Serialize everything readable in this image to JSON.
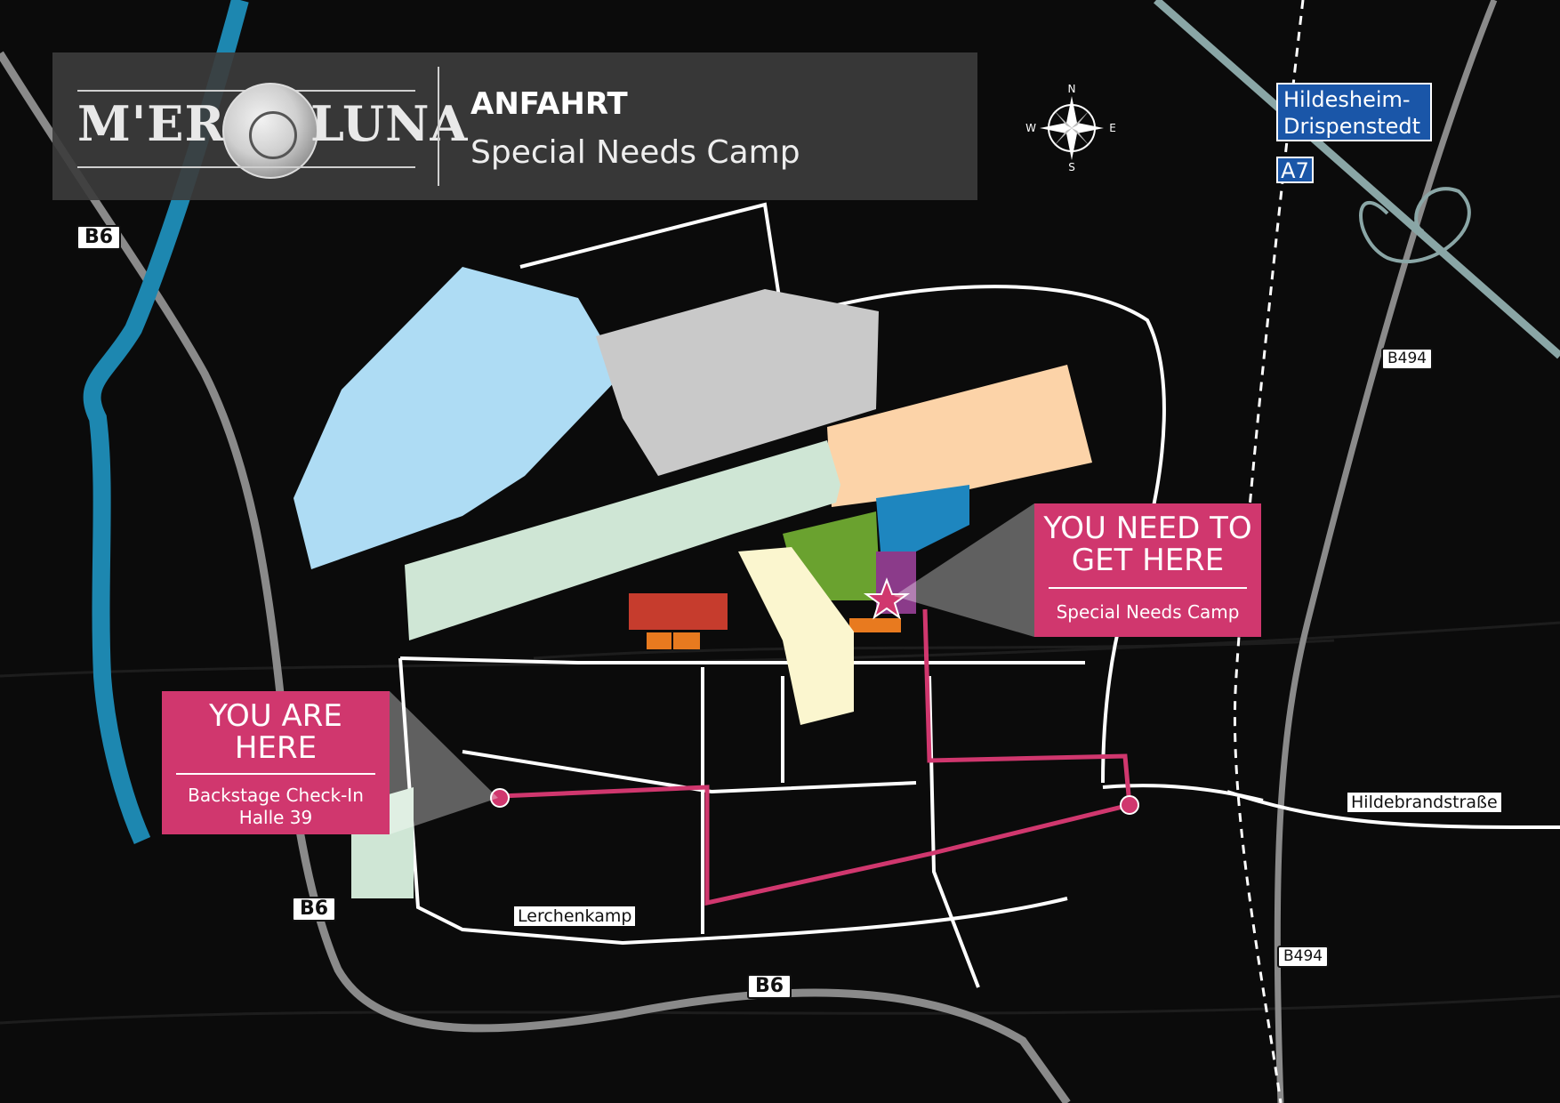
{
  "header": {
    "logo_left": "M'ERA",
    "logo_right": "LUNA",
    "title": "ANFAHRT",
    "subtitle": "Special Needs Camp"
  },
  "compass": {
    "n": "N",
    "e": "E",
    "s": "S",
    "w": "W"
  },
  "highway_sign": {
    "line1": "Hildesheim-",
    "line2": "Drispenstedt",
    "route": "A7"
  },
  "road_labels": {
    "b6_top": "B6",
    "b6_left": "B6",
    "b6_bottom": "B6",
    "b494_top": "B494",
    "b494_bottom": "B494",
    "hildebrandstrasse": "Hildebrandstraße",
    "lerchenkamp": "Lerchenkamp"
  },
  "callouts": {
    "target": {
      "title_line1": "YOU NEED TO",
      "title_line2": "GET HERE",
      "subtitle": "Special Needs Camp"
    },
    "here": {
      "title_line1": "YOU ARE",
      "title_line2": "HERE",
      "subtitle_line1": "Backstage Check-In",
      "subtitle_line2": "Halle 39"
    }
  },
  "colors": {
    "background": "#0b0b0b",
    "route": "#d0376e",
    "river": "#1d87b0",
    "camping_light_blue": "#aedcf4",
    "grey_area": "#c9c9c9",
    "peach_area": "#fcd3a8",
    "mint_area": "#cfe6d5",
    "green_area": "#6aa22f",
    "blue_area": "#1e86bf",
    "purple_area": "#8b3b8a",
    "red_area": "#c63c2d",
    "orange_area": "#e87a1f",
    "cream_area": "#fbf6cf"
  }
}
